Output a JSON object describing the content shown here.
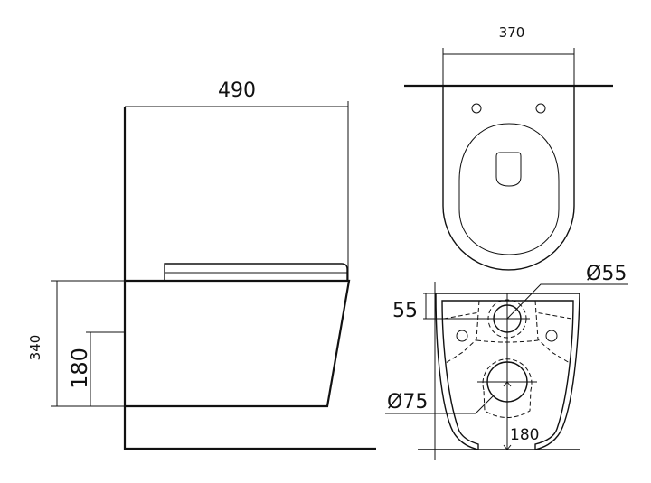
{
  "side_view": {
    "width_label": "490",
    "height_label": "340",
    "inlet_height_label": "180"
  },
  "top_view": {
    "width_label": "370"
  },
  "back_view": {
    "inlet_diameter_label": "Ø55",
    "inlet_offset_label": "55",
    "outlet_diameter_label": "Ø75",
    "outlet_height_label": "180"
  },
  "colors": {
    "line": "#111111",
    "background": "#ffffff"
  }
}
